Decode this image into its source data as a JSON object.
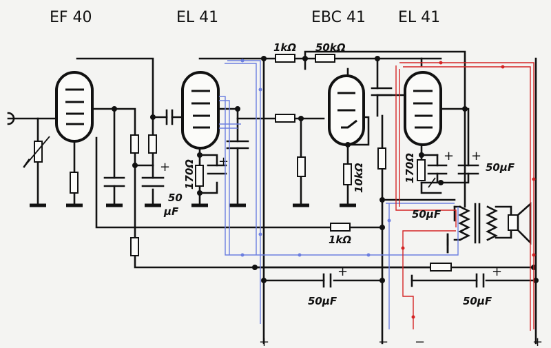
{
  "tubes": {
    "ef40": "EF 40",
    "el41_a": "EL 41",
    "ebc41": "EBC 41",
    "el41_b": "EL 41"
  },
  "values": {
    "r_1k_top": "1kΩ",
    "r_50k_top": "50kΩ",
    "r_170_a": "170Ω",
    "r_10k": "10kΩ",
    "r_170_b": "170Ω",
    "c_50uf_right": "50μF",
    "c_50_a": "50",
    "c_50_a_unit": "μF",
    "c_50uf_mid": "50μF",
    "r_1k_bottom": "1kΩ",
    "c_50uf_bottom_left": "50μF",
    "c_50uf_bottom_right": "50μF"
  },
  "signs": {
    "plus": "+",
    "minus": "−"
  },
  "colors": {
    "background": "#f4f4f2",
    "ink": "#111111",
    "trace_blue": "#6c7fe0",
    "trace_red": "#d42424"
  }
}
